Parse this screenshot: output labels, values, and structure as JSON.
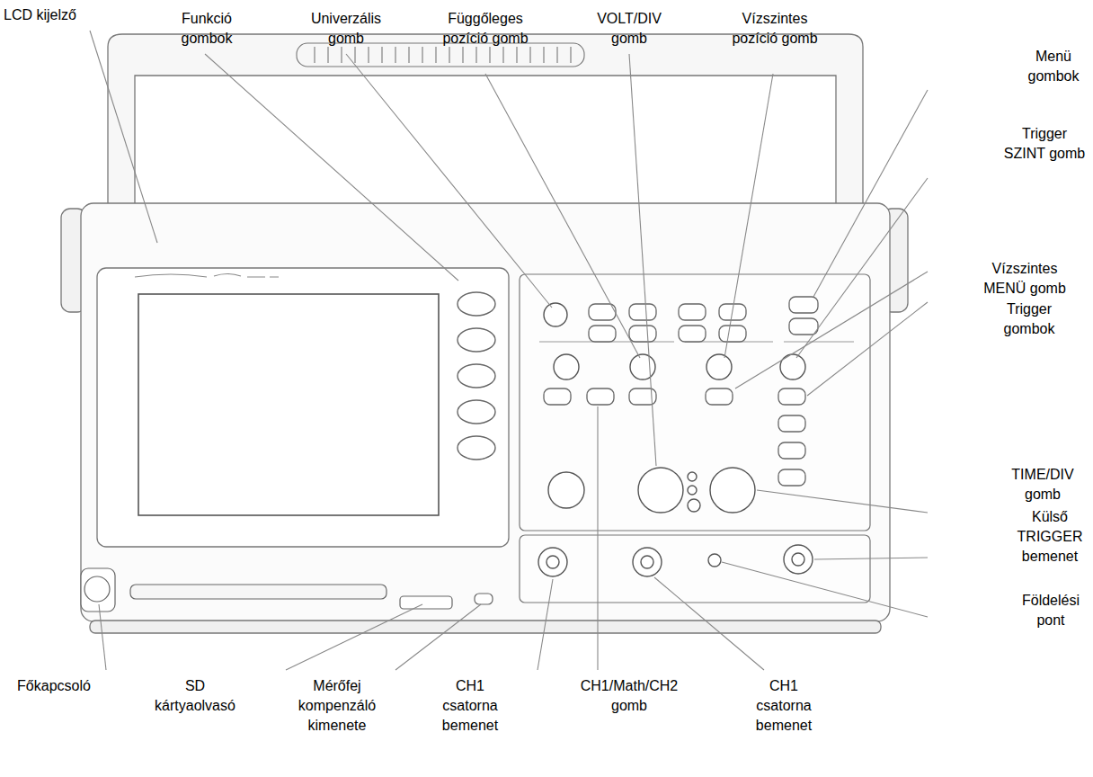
{
  "diagram": {
    "labels": [
      "LCD kijelző",
      "Funkció gombok",
      "Univerzális gomb",
      "Függőleges pozíció gomb",
      "VOLT/DIV gomb",
      "Vízszintes pozíció gomb",
      "Menü gombok",
      "Trigger SZINT gomb",
      "Vízszintes MENÜ gomb",
      "Trigger gombok",
      "TIME/DIV gomb",
      "Külső TRIGGER bemenet",
      "Földelési pont",
      "Főkapcsoló",
      "SD kártyaolvasó",
      "Mérőfej kompenzáló kimenete",
      "CH1 csatorna bemenet",
      "CH1/Math/CH2 gomb",
      "CH1 csatorna bemenet"
    ]
  }
}
